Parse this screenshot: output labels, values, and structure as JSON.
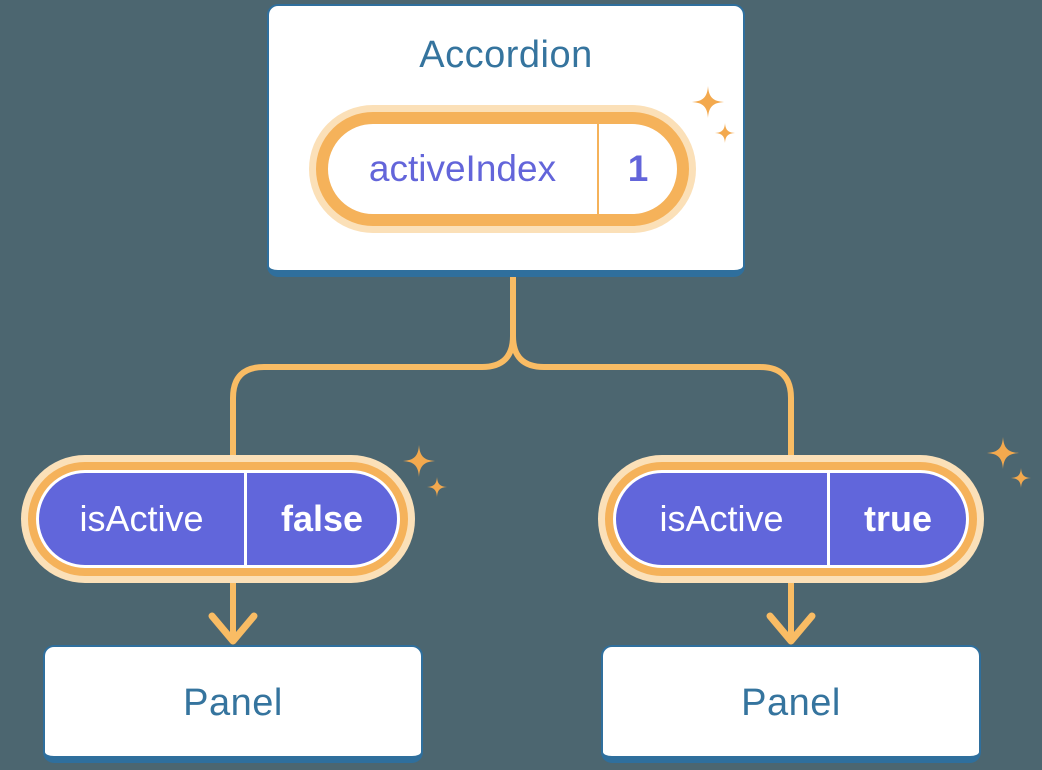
{
  "diagram": {
    "type": "react-state-flow",
    "accordion": {
      "title": "Accordion",
      "state_pill": {
        "name": "activeIndex",
        "value": "1"
      }
    },
    "branches": [
      {
        "prop_pill": {
          "name": "isActive",
          "value": "false"
        },
        "panel": {
          "title": "Panel"
        }
      },
      {
        "prop_pill": {
          "name": "isActive",
          "value": "true"
        },
        "panel": {
          "title": "Panel"
        }
      }
    ]
  },
  "colors": {
    "background": "#4C6670",
    "card_fill": "#FFFFFF",
    "card_border_blue": "#2F6F9D",
    "heading_text_blue": "#35749E",
    "pill_purple_fill": "#6166DB",
    "pill_purple_text": "#6365DA",
    "pill_orange_ring": "#F5B25A",
    "pill_orange_glow": "#FBE0B8",
    "connector_orange": "#F9BC64",
    "sparkle_orange": "#F3A94E",
    "pill_text_white": "#FFFFFF"
  }
}
